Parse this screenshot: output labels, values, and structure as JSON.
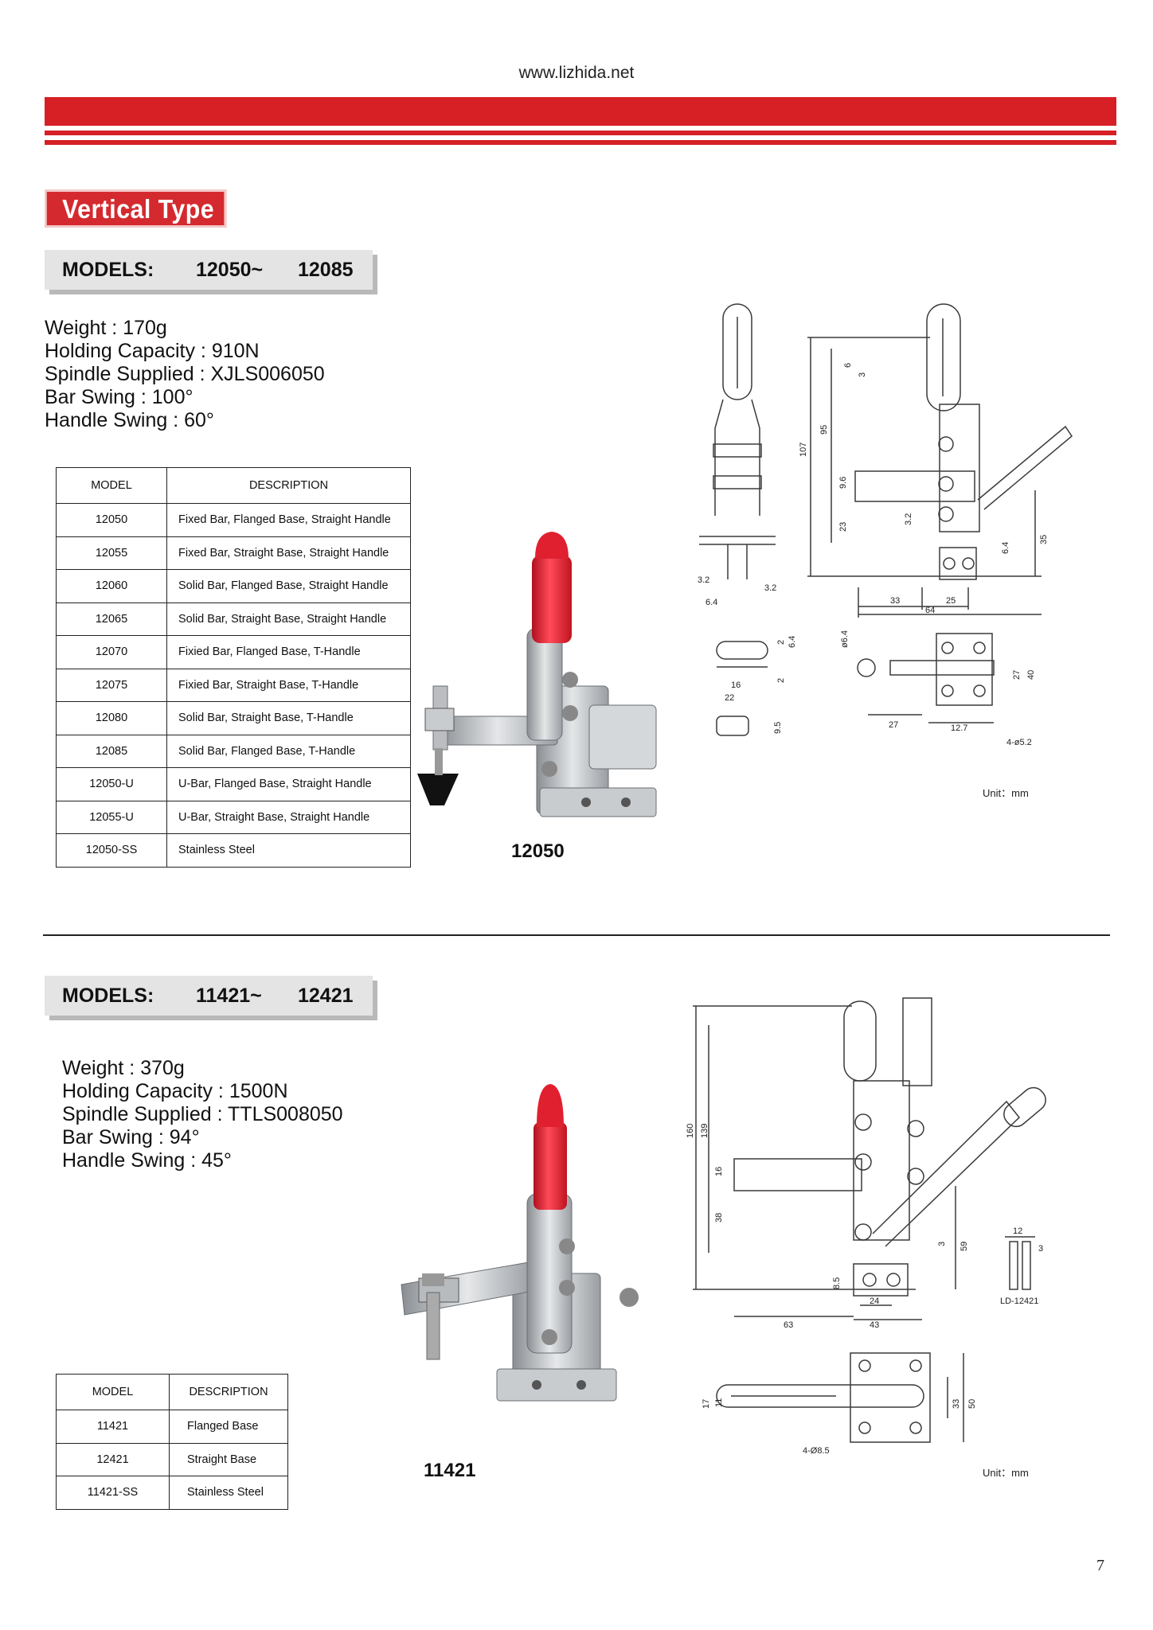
{
  "header": {
    "url": "www.lizhida.net"
  },
  "section_title": "Vertical Type",
  "sections": [
    {
      "models_label": "MODELS:",
      "model_from": "12050~",
      "model_to": "12085",
      "specs": [
        "Weight : 170g",
        "Holding Capacity : 910N",
        "Spindle Supplied : XJLS006050",
        "Bar Swing : 100°",
        "Handle Swing : 60°"
      ],
      "table": {
        "headers": [
          "MODEL",
          "DESCRIPTION"
        ],
        "rows": [
          [
            "12050",
            "Fixed Bar, Flanged Base, Straight Handle"
          ],
          [
            "12055",
            "Fixed Bar, Straight Base, Straight Handle"
          ],
          [
            "12060",
            "Solid Bar, Flanged Base, Straight Handle"
          ],
          [
            "12065",
            "Solid Bar, Straight Base, Straight Handle"
          ],
          [
            "12070",
            "Fixied Bar, Flanged Base, T-Handle"
          ],
          [
            "12075",
            "Fixied Bar, Straight Base, T-Handle"
          ],
          [
            "12080",
            "Solid Bar, Straight Base, T-Handle"
          ],
          [
            "12085",
            "Solid Bar, Flanged Base, T-Handle"
          ],
          [
            "12050-U",
            "U-Bar, Flanged Base, Straight Handle"
          ],
          [
            "12055-U",
            "U-Bar, Straight Base, Straight Handle"
          ],
          [
            "12050-SS",
            "Stainless Steel"
          ]
        ]
      },
      "product_caption": "12050",
      "unit": "Unit：mm",
      "dimensions": {
        "front": [
          "3.2",
          "6.4",
          "3.2"
        ],
        "side": [
          "107",
          "95",
          "6",
          "3",
          "9.6",
          "23",
          "3.2",
          "6.4",
          "35",
          "33",
          "25",
          "64"
        ],
        "bar": [
          "2",
          "6.4",
          "16",
          "22",
          "2",
          "9.5"
        ],
        "top": [
          "ø6.4",
          "27",
          "40",
          "27",
          "12.7",
          "4-ø5.2"
        ]
      }
    },
    {
      "models_label": "MODELS:",
      "model_from": "11421~",
      "model_to": "12421",
      "specs": [
        "Weight : 370g",
        "Holding Capacity : 1500N",
        "Spindle Supplied : TTLS008050",
        "Bar Swing : 94°",
        "Handle Swing : 45°"
      ],
      "table": {
        "headers": [
          "MODEL",
          "DESCRIPTION"
        ],
        "rows": [
          [
            "11421",
            "Flanged Base"
          ],
          [
            "12421",
            "Straight Base"
          ],
          [
            "11421-SS",
            "Stainless Steel"
          ]
        ]
      },
      "product_caption": "11421",
      "unit": "Unit：mm",
      "dimensions": {
        "side": [
          "160",
          "139",
          "16",
          "38",
          "3",
          "59",
          "8.5",
          "24",
          "63",
          "43"
        ],
        "bar": [
          "12",
          "3",
          "LD-12421"
        ],
        "top": [
          "17",
          "11",
          "33",
          "50",
          "4-Ø8.5"
        ]
      }
    }
  ],
  "page_number": "7",
  "colors": {
    "accent_red": "#d71f26",
    "handle_red": "#e8283a"
  }
}
